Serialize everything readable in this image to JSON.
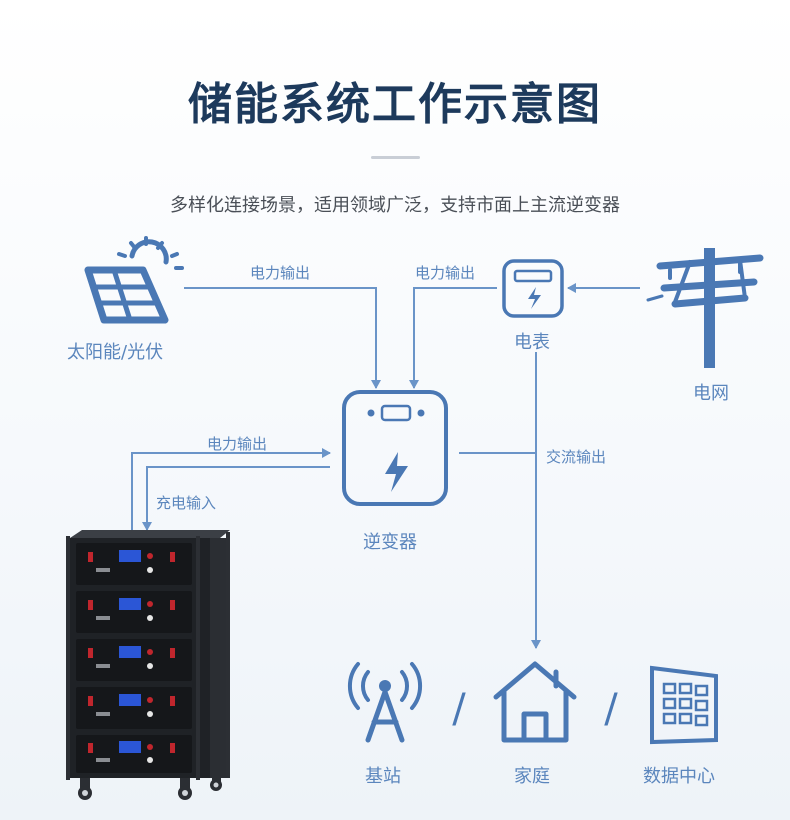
{
  "title": "储能系统工作示意图",
  "subtitle": "多样化连接场景，适用领域广泛，支持市面上主流逆变器",
  "nodes": {
    "solar": "太阳能/光伏",
    "meter": "电表",
    "grid": "电网",
    "inverter": "逆变器",
    "base_station": "基站",
    "home": "家庭",
    "data_center": "数据中心"
  },
  "flows": {
    "solar_to_inverter": "电力输出",
    "meter_to_inverter": "电力输出",
    "battery_to_inverter": "电力输出",
    "inverter_to_battery": "充电输入",
    "ac_output": "交流输出"
  },
  "separator": "/",
  "colors": {
    "accent": "#4a78b4",
    "title": "#1d3a5c",
    "line": "#6a94c8"
  }
}
